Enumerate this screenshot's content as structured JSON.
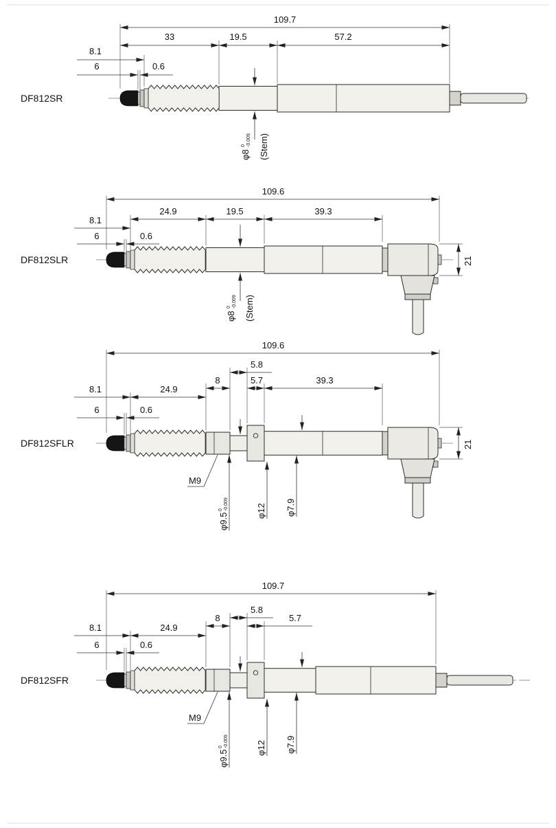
{
  "drawings": [
    {
      "model": "DF812SR",
      "overall": "109.7",
      "segments": {
        "a": "33",
        "b": "19.5",
        "c": "57.2"
      },
      "front": {
        "assy": "8.1",
        "tip": "6",
        "washer": "0.6"
      },
      "stem": {
        "dia": "φ8",
        "tol_hi": "0",
        "tol_lo": "-0.009",
        "label": "(Stem)"
      }
    },
    {
      "model": "DF812SLR",
      "overall": "109.6",
      "segments": {
        "a": "24.9",
        "b": "19.5",
        "c": "39.3"
      },
      "front": {
        "assy": "8.1",
        "tip": "6",
        "washer": "0.6"
      },
      "stem": {
        "dia": "φ8",
        "tol_hi": "0",
        "tol_lo": "-0.009",
        "label": "(Stem)"
      },
      "connector_height": "21"
    },
    {
      "model": "DF812SFLR",
      "overall": "109.6",
      "segments": {
        "front_assy": "24.9",
        "bush": "8",
        "neck": "5.8",
        "flange": "5.7",
        "body": "39.3"
      },
      "front": {
        "assy": "8.1",
        "tip": "6",
        "washer": "0.6"
      },
      "mount": {
        "thread": "M9",
        "bush_dia": "φ9.5",
        "tol_hi": "0",
        "tol_lo": "-0.009",
        "flange_dia": "φ12",
        "stem_dia": "φ7.9"
      },
      "connector_height": "21"
    },
    {
      "model": "DF812SFR",
      "overall": "109.7",
      "segments": {
        "front_assy": "24.9",
        "bush": "8",
        "neck": "5.8",
        "flange": "5.7"
      },
      "front": {
        "assy": "8.1",
        "tip": "6",
        "washer": "0.6"
      },
      "mount": {
        "thread": "M9",
        "bush_dia": "φ9.5",
        "tol_hi": "0",
        "tol_lo": "-0.009",
        "flange_dia": "φ12",
        "stem_dia": "φ7.9"
      }
    }
  ]
}
